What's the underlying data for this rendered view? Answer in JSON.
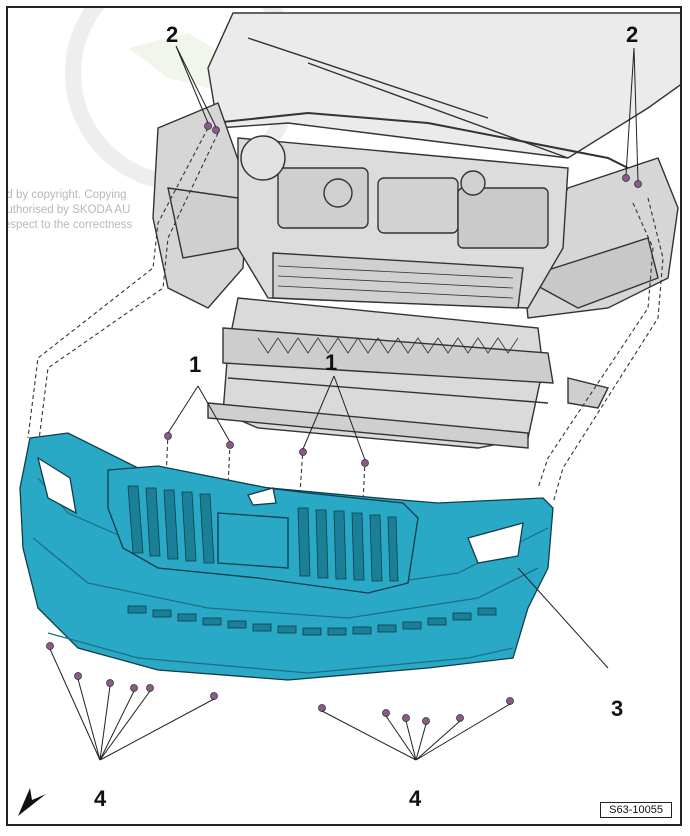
{
  "callouts": {
    "c1a": "1",
    "c1b": "1",
    "c2a": "2",
    "c2b": "2",
    "c3": "3",
    "c4a": "4",
    "c4b": "4"
  },
  "watermark": {
    "line1": "ed by copyright. Copying",
    "line2": "authorised by SKODA AU",
    "line3": "respect to the correctness"
  },
  "figure_ref": "S63-10055",
  "colors": {
    "bumper": "#2aa9c7",
    "bumper_dark": "#1b7f98",
    "car_body": "#e4e4e4",
    "line": "#333333"
  }
}
